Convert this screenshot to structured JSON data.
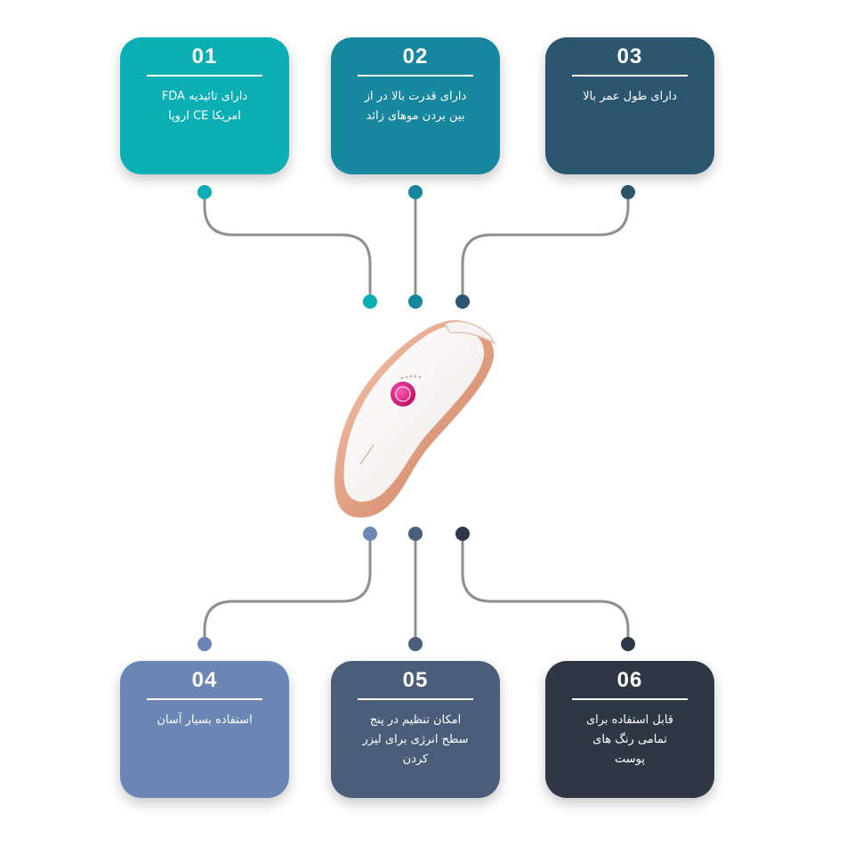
{
  "colors": {
    "card_01": "#0aafb4",
    "card_02": "#17869f",
    "card_03": "#2c5670",
    "card_04": "#6b86b5",
    "card_05": "#4a5e79",
    "card_06": "#2e3845",
    "connector_line": "#8d8f93",
    "device_accent": "#e5a186",
    "device_button": "#e0157f"
  },
  "cards": [
    {
      "number": "01",
      "text": "دارای تائیدیه FDA\nامریکا CE اروپا"
    },
    {
      "number": "02",
      "text": "دارای قدرت بالا در از\nبین بردن موهای زائد"
    },
    {
      "number": "03",
      "text": "دارای طول عمر بالا"
    },
    {
      "number": "04",
      "text": "استفاده بسیار آسان"
    },
    {
      "number": "05",
      "text": "امکان تنظیم در پنج\nسطح انرژی برای لیزر\nکردن"
    },
    {
      "number": "06",
      "text": "قابل استفاده برای\nتمامی رنگ های\nپوست"
    }
  ],
  "center_image": {
    "icon": "ipl-hair-removal-device-icon"
  }
}
